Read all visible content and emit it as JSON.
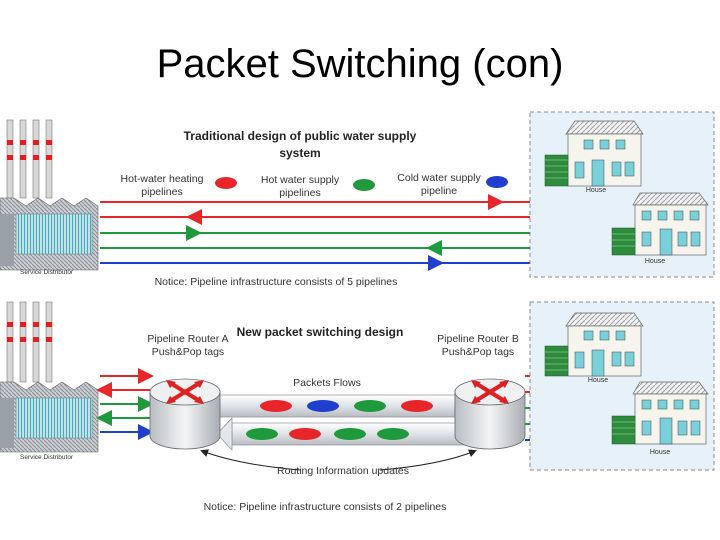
{
  "slide": {
    "title": "Packet Switching (con)"
  },
  "top_panel": {
    "heading_line1": "Traditional design of public water supply",
    "heading_line2": "system",
    "legend": {
      "hot_heating_line1": "Hot-water heating",
      "hot_heating_line2": "pipelines",
      "hot_supply_line1": "Hot water supply",
      "hot_supply_line2": "pipelines",
      "cold_supply_line1": "Cold water supply",
      "cold_supply_line2": "pipeline"
    },
    "distributor_label": "Service Distributor",
    "notice": "Notice: Pipeline infrastructure consists of 5 pipelines",
    "house1_label": "House",
    "house2_label": "House"
  },
  "bottom_panel": {
    "heading": "New packet switching design",
    "router_a_line1": "Pipeline Router A",
    "router_a_line2": "Push&Pop tags",
    "router_b_line1": "Pipeline Router B",
    "router_b_line2": "Push&Pop tags",
    "packets_label": "Packets Flows",
    "routing_label": "Routing Information updates",
    "distributor_label": "Service Distributor",
    "notice": "Notice: Pipeline infrastructure consists of 2 pipelines",
    "house1_label": "House",
    "house2_label": "House"
  },
  "colors": {
    "hot": "#e8262a",
    "green": "#1e9a3c",
    "cold": "#1f3fcf"
  }
}
